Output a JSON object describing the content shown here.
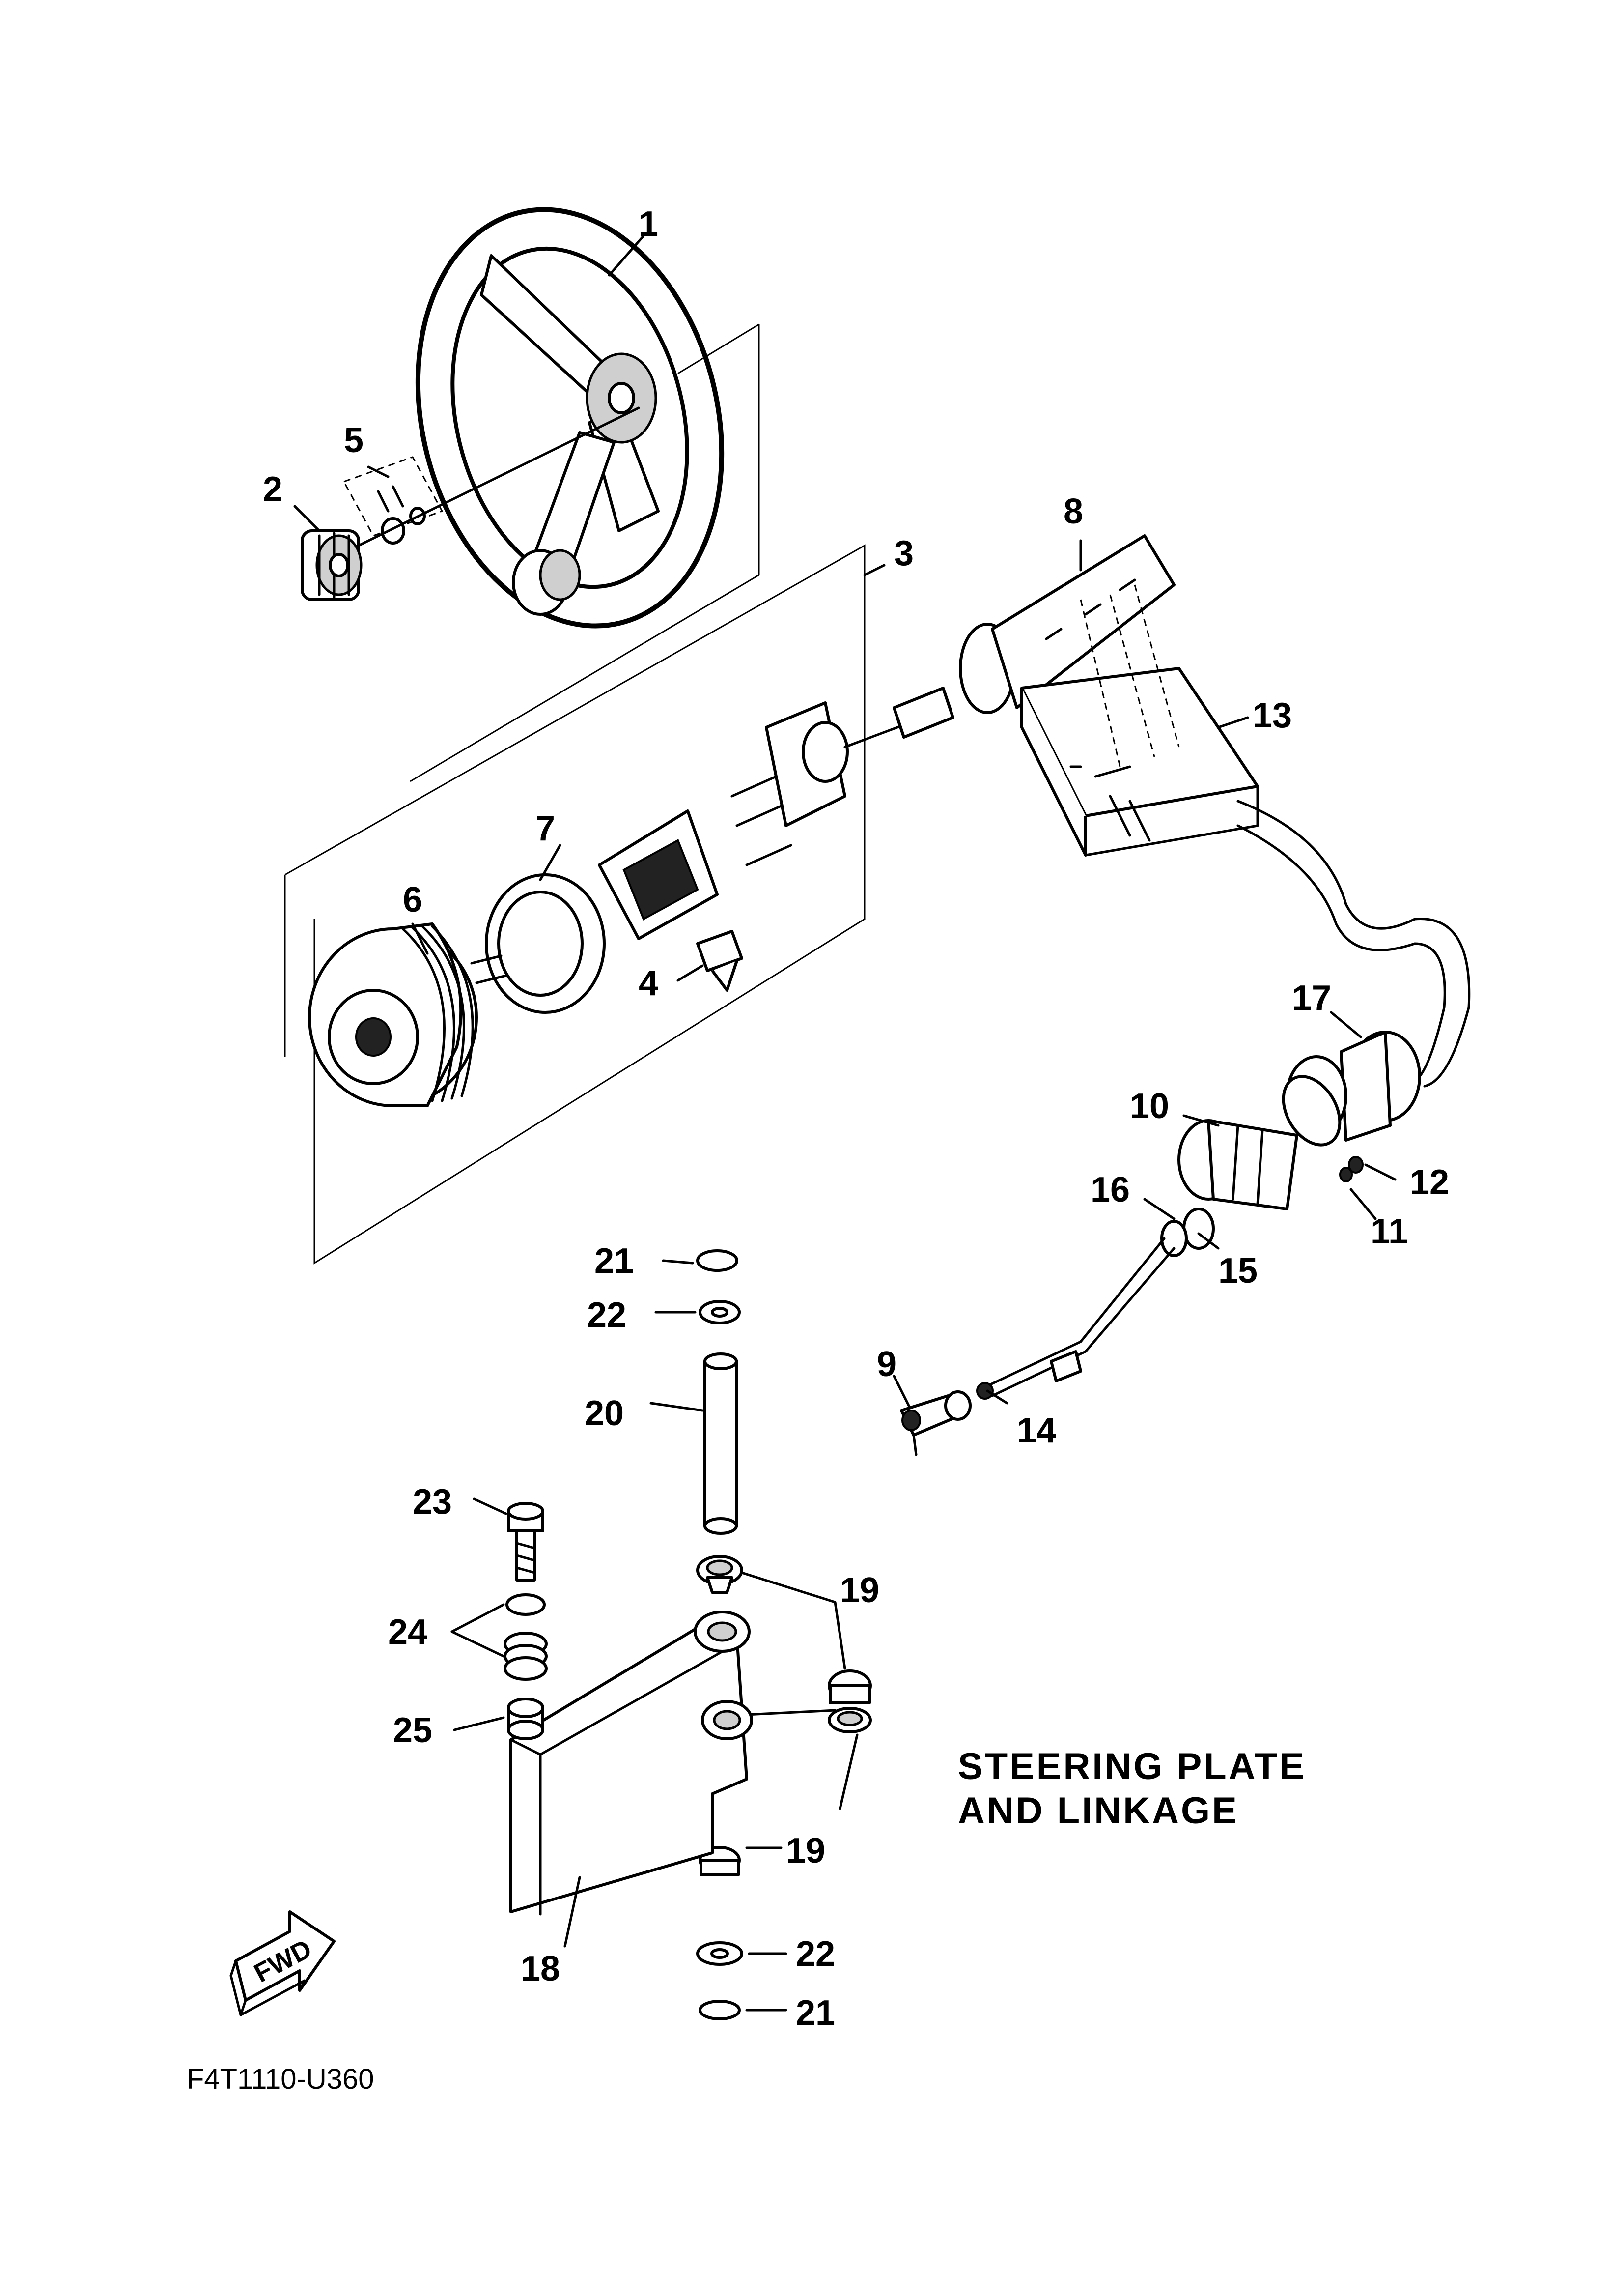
{
  "diagram": {
    "title_line1": "STEERING PLATE",
    "title_line2": "AND LINKAGE",
    "diagram_code": "F4T1110-U360",
    "fwd_label": "FWD",
    "callouts": [
      "1",
      "2",
      "3",
      "4",
      "5",
      "6",
      "7",
      "8",
      "9",
      "10",
      "11",
      "12",
      "13",
      "14",
      "15",
      "16",
      "17",
      "18",
      "19",
      "19",
      "20",
      "21",
      "21",
      "22",
      "22",
      "23",
      "24",
      "25"
    ]
  }
}
